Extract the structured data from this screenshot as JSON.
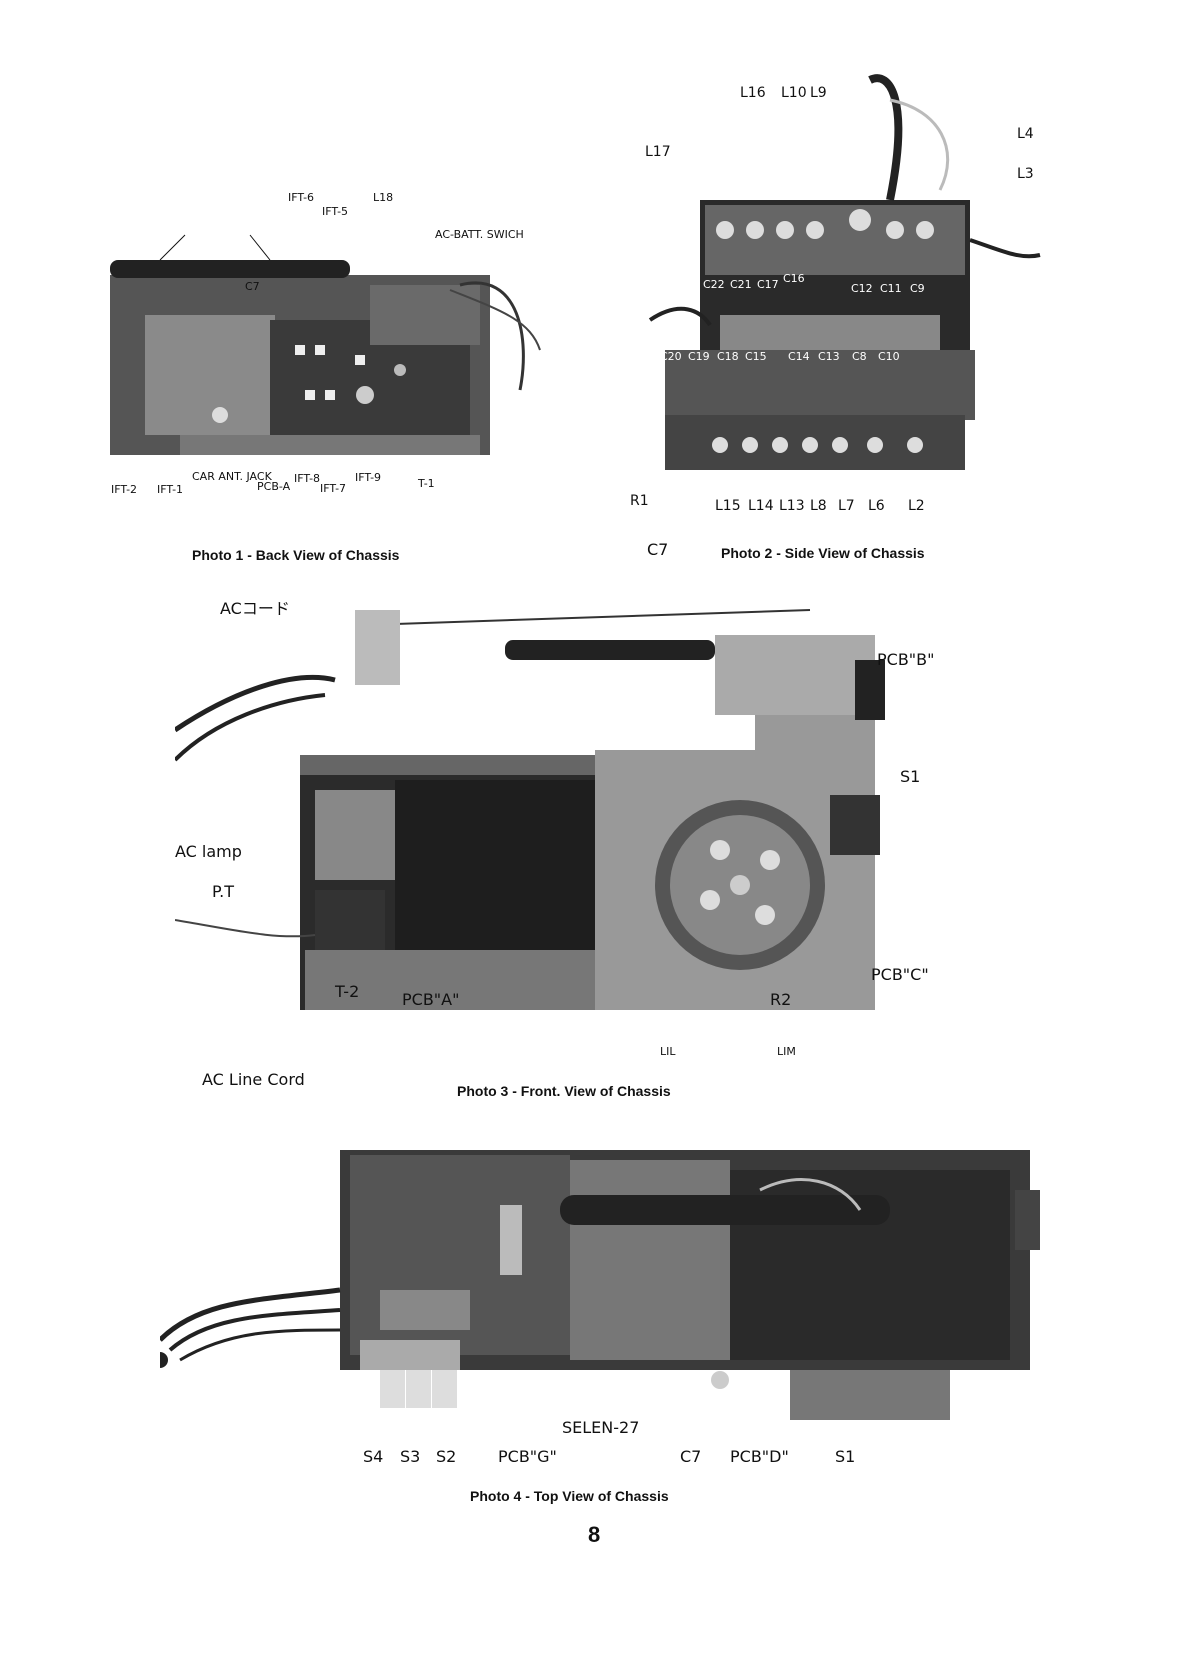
{
  "photos": [
    {
      "caption": "Photo 1 - Back View of Chassis",
      "labels": [
        "IFT-6",
        "IFT-5",
        "L18",
        "AC-BATT. SWICH",
        "C7",
        "CAR ANT. JACK",
        "IFT-2",
        "IFT-1",
        "PCB-A",
        "IFT-8",
        "IFT-7",
        "IFT-9",
        "T-1"
      ]
    },
    {
      "caption": "Photo 2 - Side View of Chassis",
      "labels": [
        "L16",
        "L10",
        "L9",
        "L17",
        "L4",
        "L3",
        "C22",
        "C21",
        "C17",
        "C16",
        "C12",
        "C11",
        "C9",
        "C20",
        "C19",
        "C18",
        "C15",
        "C14",
        "C13",
        "C8",
        "C10",
        "R1",
        "L15",
        "L14",
        "L13",
        "L8",
        "L7",
        "L6",
        "L2"
      ]
    },
    {
      "caption": "Photo 3 - Front. View of Chassis",
      "labels": [
        "C7",
        "ACコード",
        "PCB\"B\"",
        "S1",
        "AC lamp",
        "P.T",
        "T-2",
        "PCB\"A\"",
        "R2",
        "PCB\"C\""
      ]
    },
    {
      "caption": "Photo 4 - Top View of Chassis",
      "labels": [
        "AC Line Cord",
        "LIL",
        "LIM",
        "SELEN-27",
        "S4",
        "S3",
        "S2",
        "PCB\"G\"",
        "C7",
        "PCB\"D\"",
        "S1"
      ]
    }
  ],
  "page_number": "8"
}
